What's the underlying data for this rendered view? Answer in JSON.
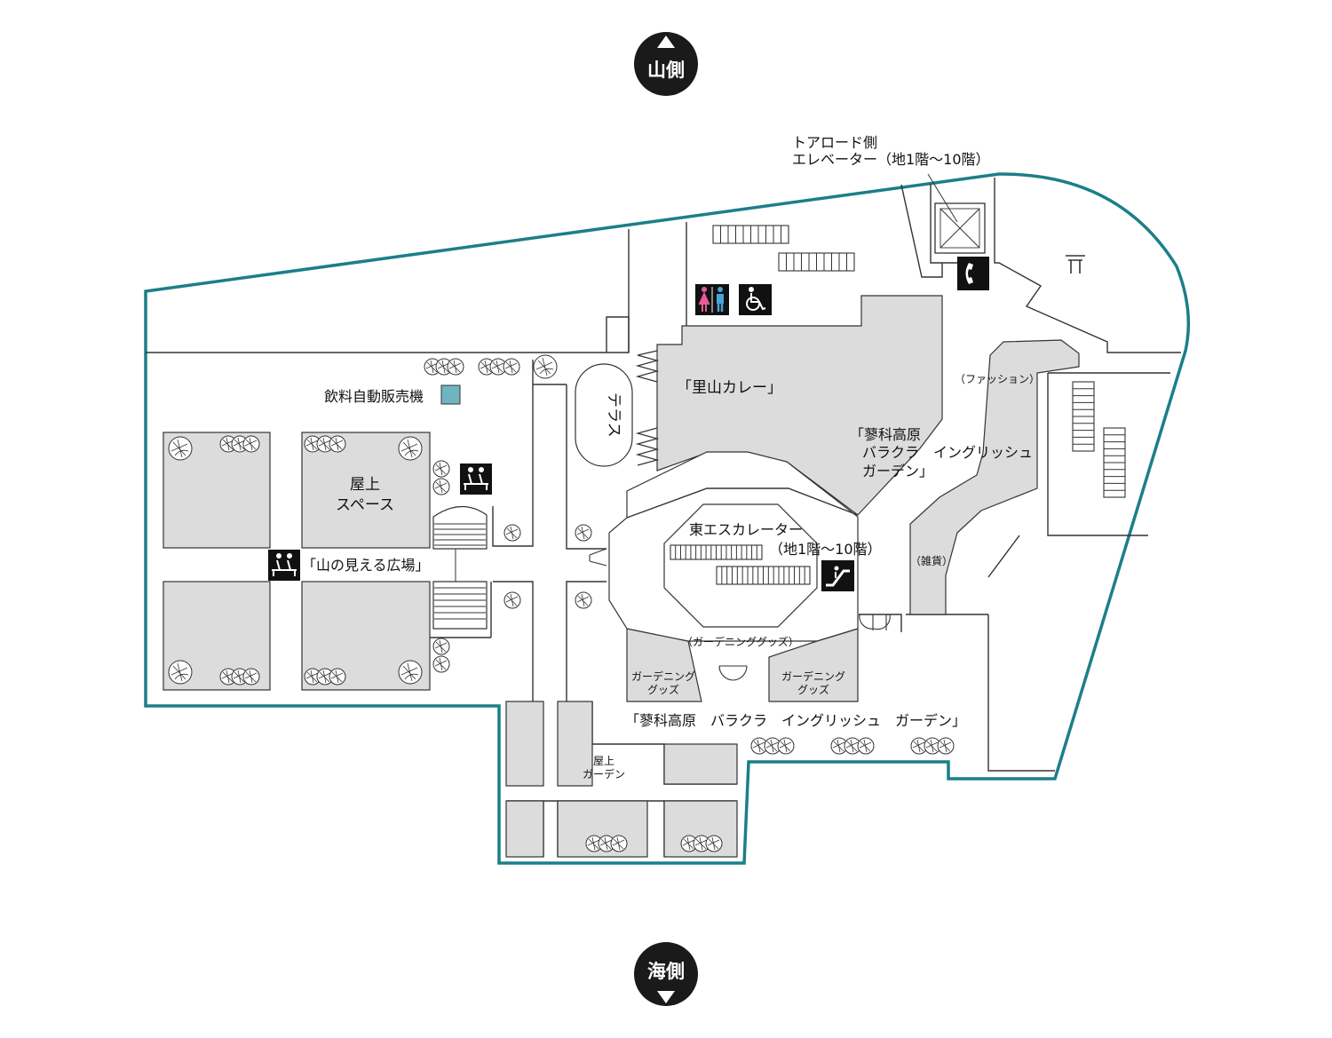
{
  "compass": {
    "north_label": "山側",
    "south_label": "海側"
  },
  "labels": {
    "elevator_line1": "トアロード側",
    "elevator_line2": "エレベーター（地1階～10階）",
    "vending": "飲料自動販売機",
    "terrace": "テラス",
    "satoyama_curry": "「里山カレー」",
    "tateshina_line1": "「蓼科高原",
    "tateshina_line2": "バラクラ　イングリッシュ",
    "tateshina_line3": "ガーデン」",
    "fashion": "（ファッション）",
    "okujo_space_1": "屋上",
    "okujo_space_2": "スペース",
    "yama_hiroba": "「山の見える広場」",
    "escalator_line1": "東エスカレーター",
    "escalator_line2": "（地1階～10階）",
    "zakka": "（雑貨）",
    "gardening_goods": "（ガーデニンググッズ）",
    "gardening_box_1": "ガーデニング",
    "gardening_box_2": "グッズ",
    "tateshina_full": "「蓼科高原　バラクラ　イングリッシュ　ガーデン」",
    "okujo_garden_1": "屋上",
    "okujo_garden_2": "ガーデン"
  },
  "icons": {
    "restroom": "restroom-icon",
    "wheelchair": "wheelchair-icon",
    "telephone": "telephone-icon",
    "bench": "bench-icon",
    "escalator": "escalator-icon",
    "shrine": "shrine-icon",
    "vending": "vending-machine-icon"
  },
  "colors": {
    "outline": "#1b7f88",
    "room_fill": "#dcdcdc",
    "vending": "#6fb5c0",
    "restroom_female": "#e85a9b",
    "restroom_male": "#4aa3d8",
    "icon_bg": "#111111"
  }
}
